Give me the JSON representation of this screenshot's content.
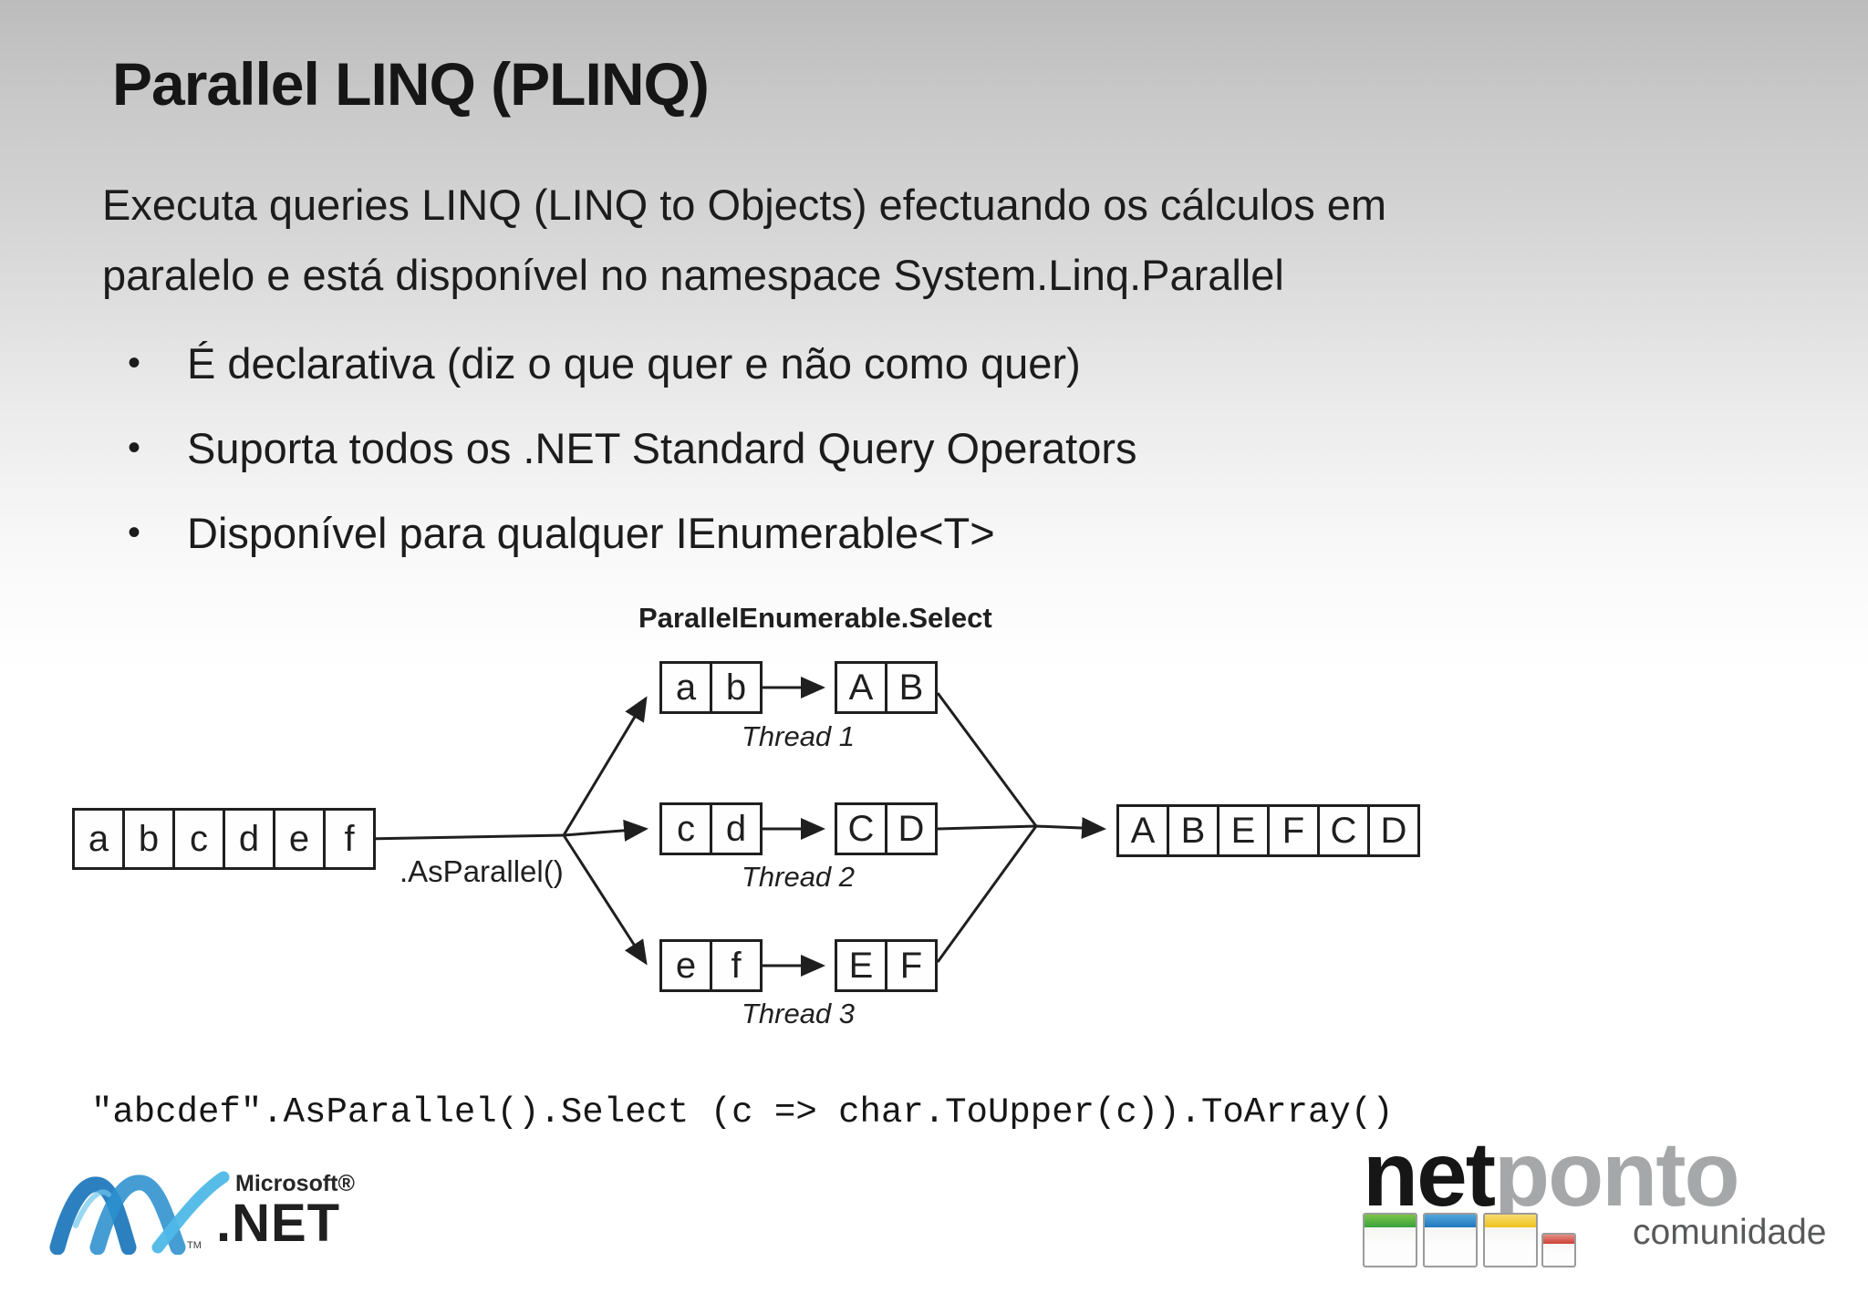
{
  "slide": {
    "title": "Parallel LINQ (PLINQ)",
    "intro_line1": "Executa queries LINQ (LINQ to Objects) efectuando os cálculos em",
    "intro_line2": "paralelo e está disponível no namespace System.Linq.Parallel",
    "bullet_char": "•",
    "bullets": [
      "É declarativa (diz o que quer e não como quer)",
      "Suporta todos os .NET Standard Query Operators",
      "Disponível para qualquer IEnumerable<T>"
    ]
  },
  "diagram": {
    "title": "ParallelEnumerable.Select",
    "as_parallel_label": ".AsParallel()",
    "input_cells": [
      "a",
      "b",
      "c",
      "d",
      "e",
      "f"
    ],
    "threads": [
      {
        "label": "Thread 1",
        "in": [
          "a",
          "b"
        ],
        "out": [
          "A",
          "B"
        ]
      },
      {
        "label": "Thread 2",
        "in": [
          "c",
          "d"
        ],
        "out": [
          "C",
          "D"
        ]
      },
      {
        "label": "Thread 3",
        "in": [
          "e",
          "f"
        ],
        "out": [
          "E",
          "F"
        ]
      }
    ],
    "output_cells": [
      "A",
      "B",
      "E",
      "F",
      "C",
      "D"
    ]
  },
  "code_line": "\"abcdef\".AsParallel().Select (c => char.ToUpper(c)).ToArray()",
  "logos": {
    "microsoft_net": {
      "brand": "Microsoft®",
      "product": ".NET",
      "tm": "TM"
    },
    "netponto": {
      "part1": "net",
      "part2": "ponto",
      "subtitle": "comunidade"
    }
  },
  "colors": {
    "wave_blue_dark": "#1b75bb",
    "wave_blue_mid": "#2b8fce",
    "wave_blue_light": "#4fb8e8",
    "ponto_gray": "#a6a7a9",
    "comunidade_gray": "#58595b",
    "window_green": "#37a23c",
    "window_blue": "#1f78bf",
    "window_yellow": "#efc31d",
    "window_red": "#cc3f36"
  }
}
